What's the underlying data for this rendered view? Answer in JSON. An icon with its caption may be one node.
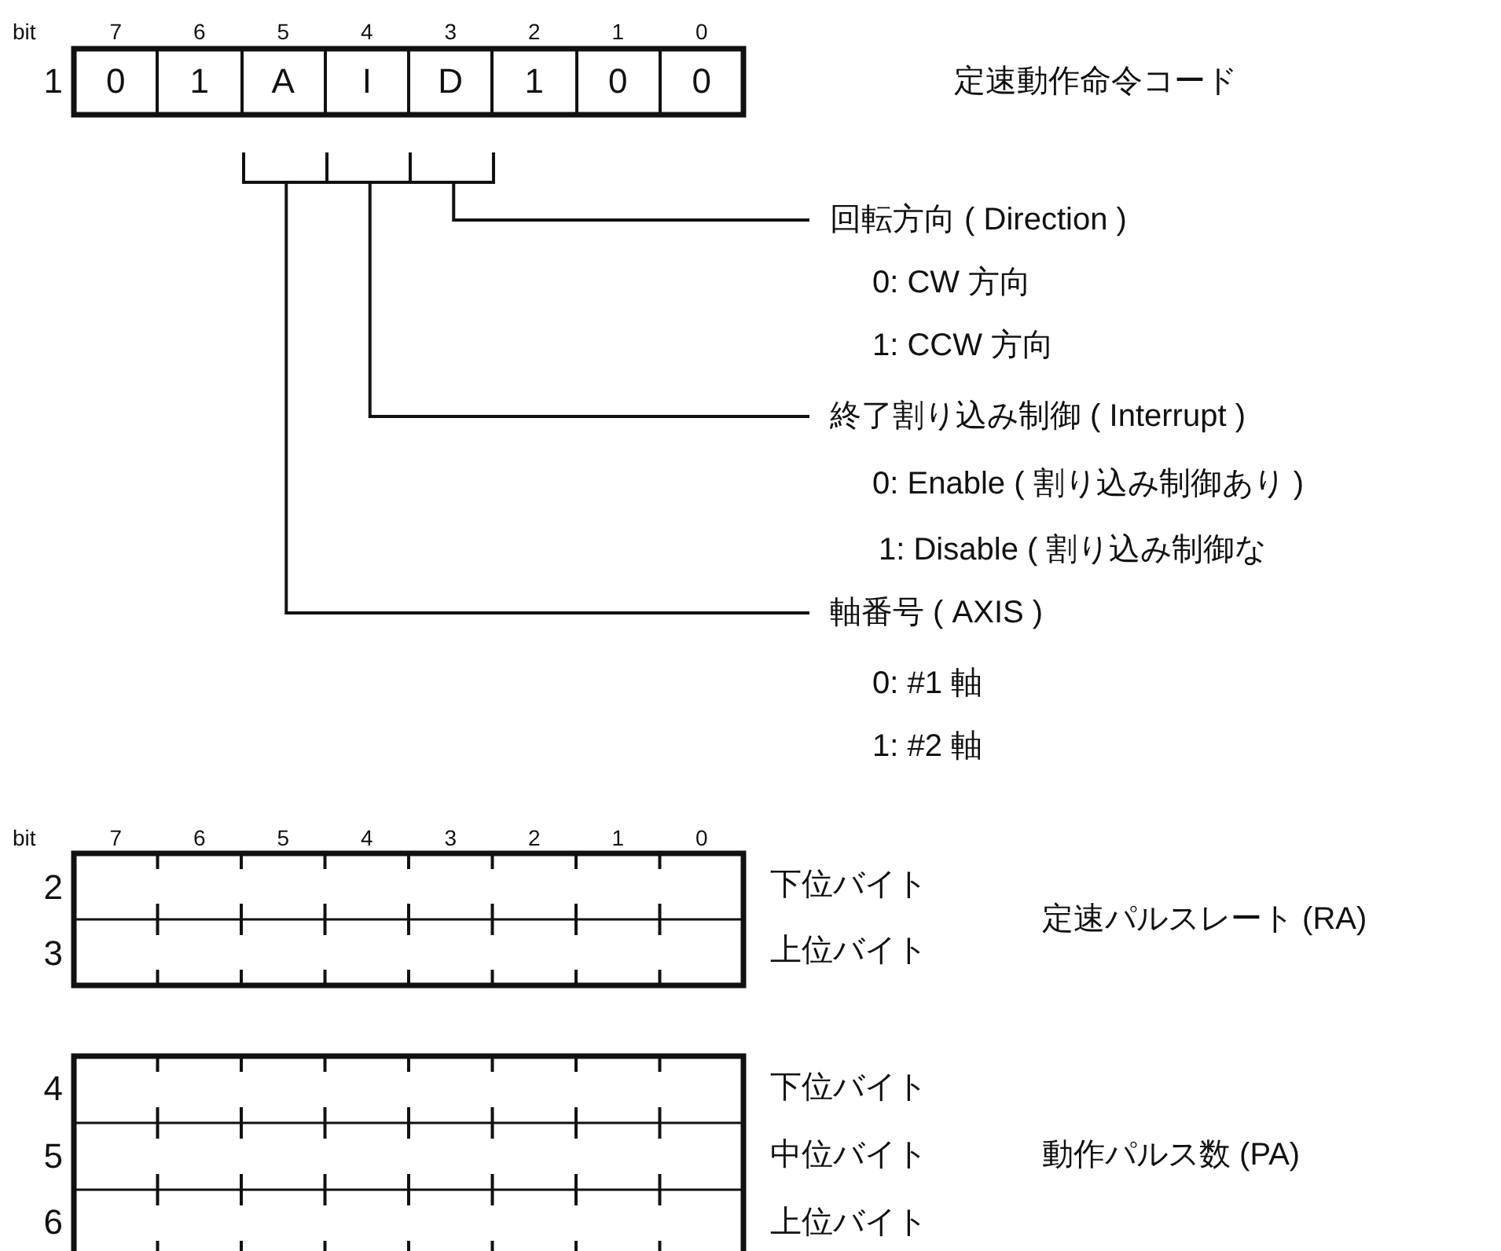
{
  "diagram": {
    "nodes": [
      {
        "text": [
          "0"
        ]
      },
      {
        "text": [
          "1"
        ]
      },
      {
        "text": [
          "A"
        ]
      },
      {
        "text": [
          "I"
        ]
      },
      {
        "text": [
          "D"
        ]
      },
      {
        "text": [
          "1"
        ]
      },
      {
        "text": [
          "0"
        ]
      },
      {
        "text": [
          "0"
        ]
      },
      {
        "text": [
          "回転方向 ( Direction )"
        ],
        "beside": [
          "0: CW 方向",
          "1: CCW 方向"
        ]
      },
      {
        "text": [
          "終了割り込み制御 ( Interrupt )"
        ],
        "beside": [
          "0: Enable ( 割り込み制御あり )",
          "1: Disable ( 割り込み制御な"
        ]
      },
      {
        "text": [
          "軸番号 ( AXIS )"
        ],
        "beside": [
          "0: #1 軸",
          "1: #2 軸"
        ]
      }
    ],
    "edges": [
      {
        "from": 8,
        "to": 4,
        "arrow": "none"
      },
      {
        "from": 9,
        "to": 3,
        "arrow": "none"
      },
      {
        "from": 10,
        "to": 2,
        "arrow": "none"
      }
    ],
    "labels": [
      "bit",
      "7",
      "6",
      "5",
      "4",
      "3",
      "2",
      "1",
      "0",
      "1",
      "定速動作命令コード",
      "bit",
      "7",
      "6",
      "5",
      "4",
      "3",
      "2",
      "1",
      "0",
      "2",
      "下位バイト",
      "定速パルスレート (RA)",
      "3",
      "上位バイト",
      "4",
      "下位バイト",
      "5",
      "中位バイト",
      "動作パルス数 (PA)",
      "6",
      "上位バイト"
    ]
  }
}
